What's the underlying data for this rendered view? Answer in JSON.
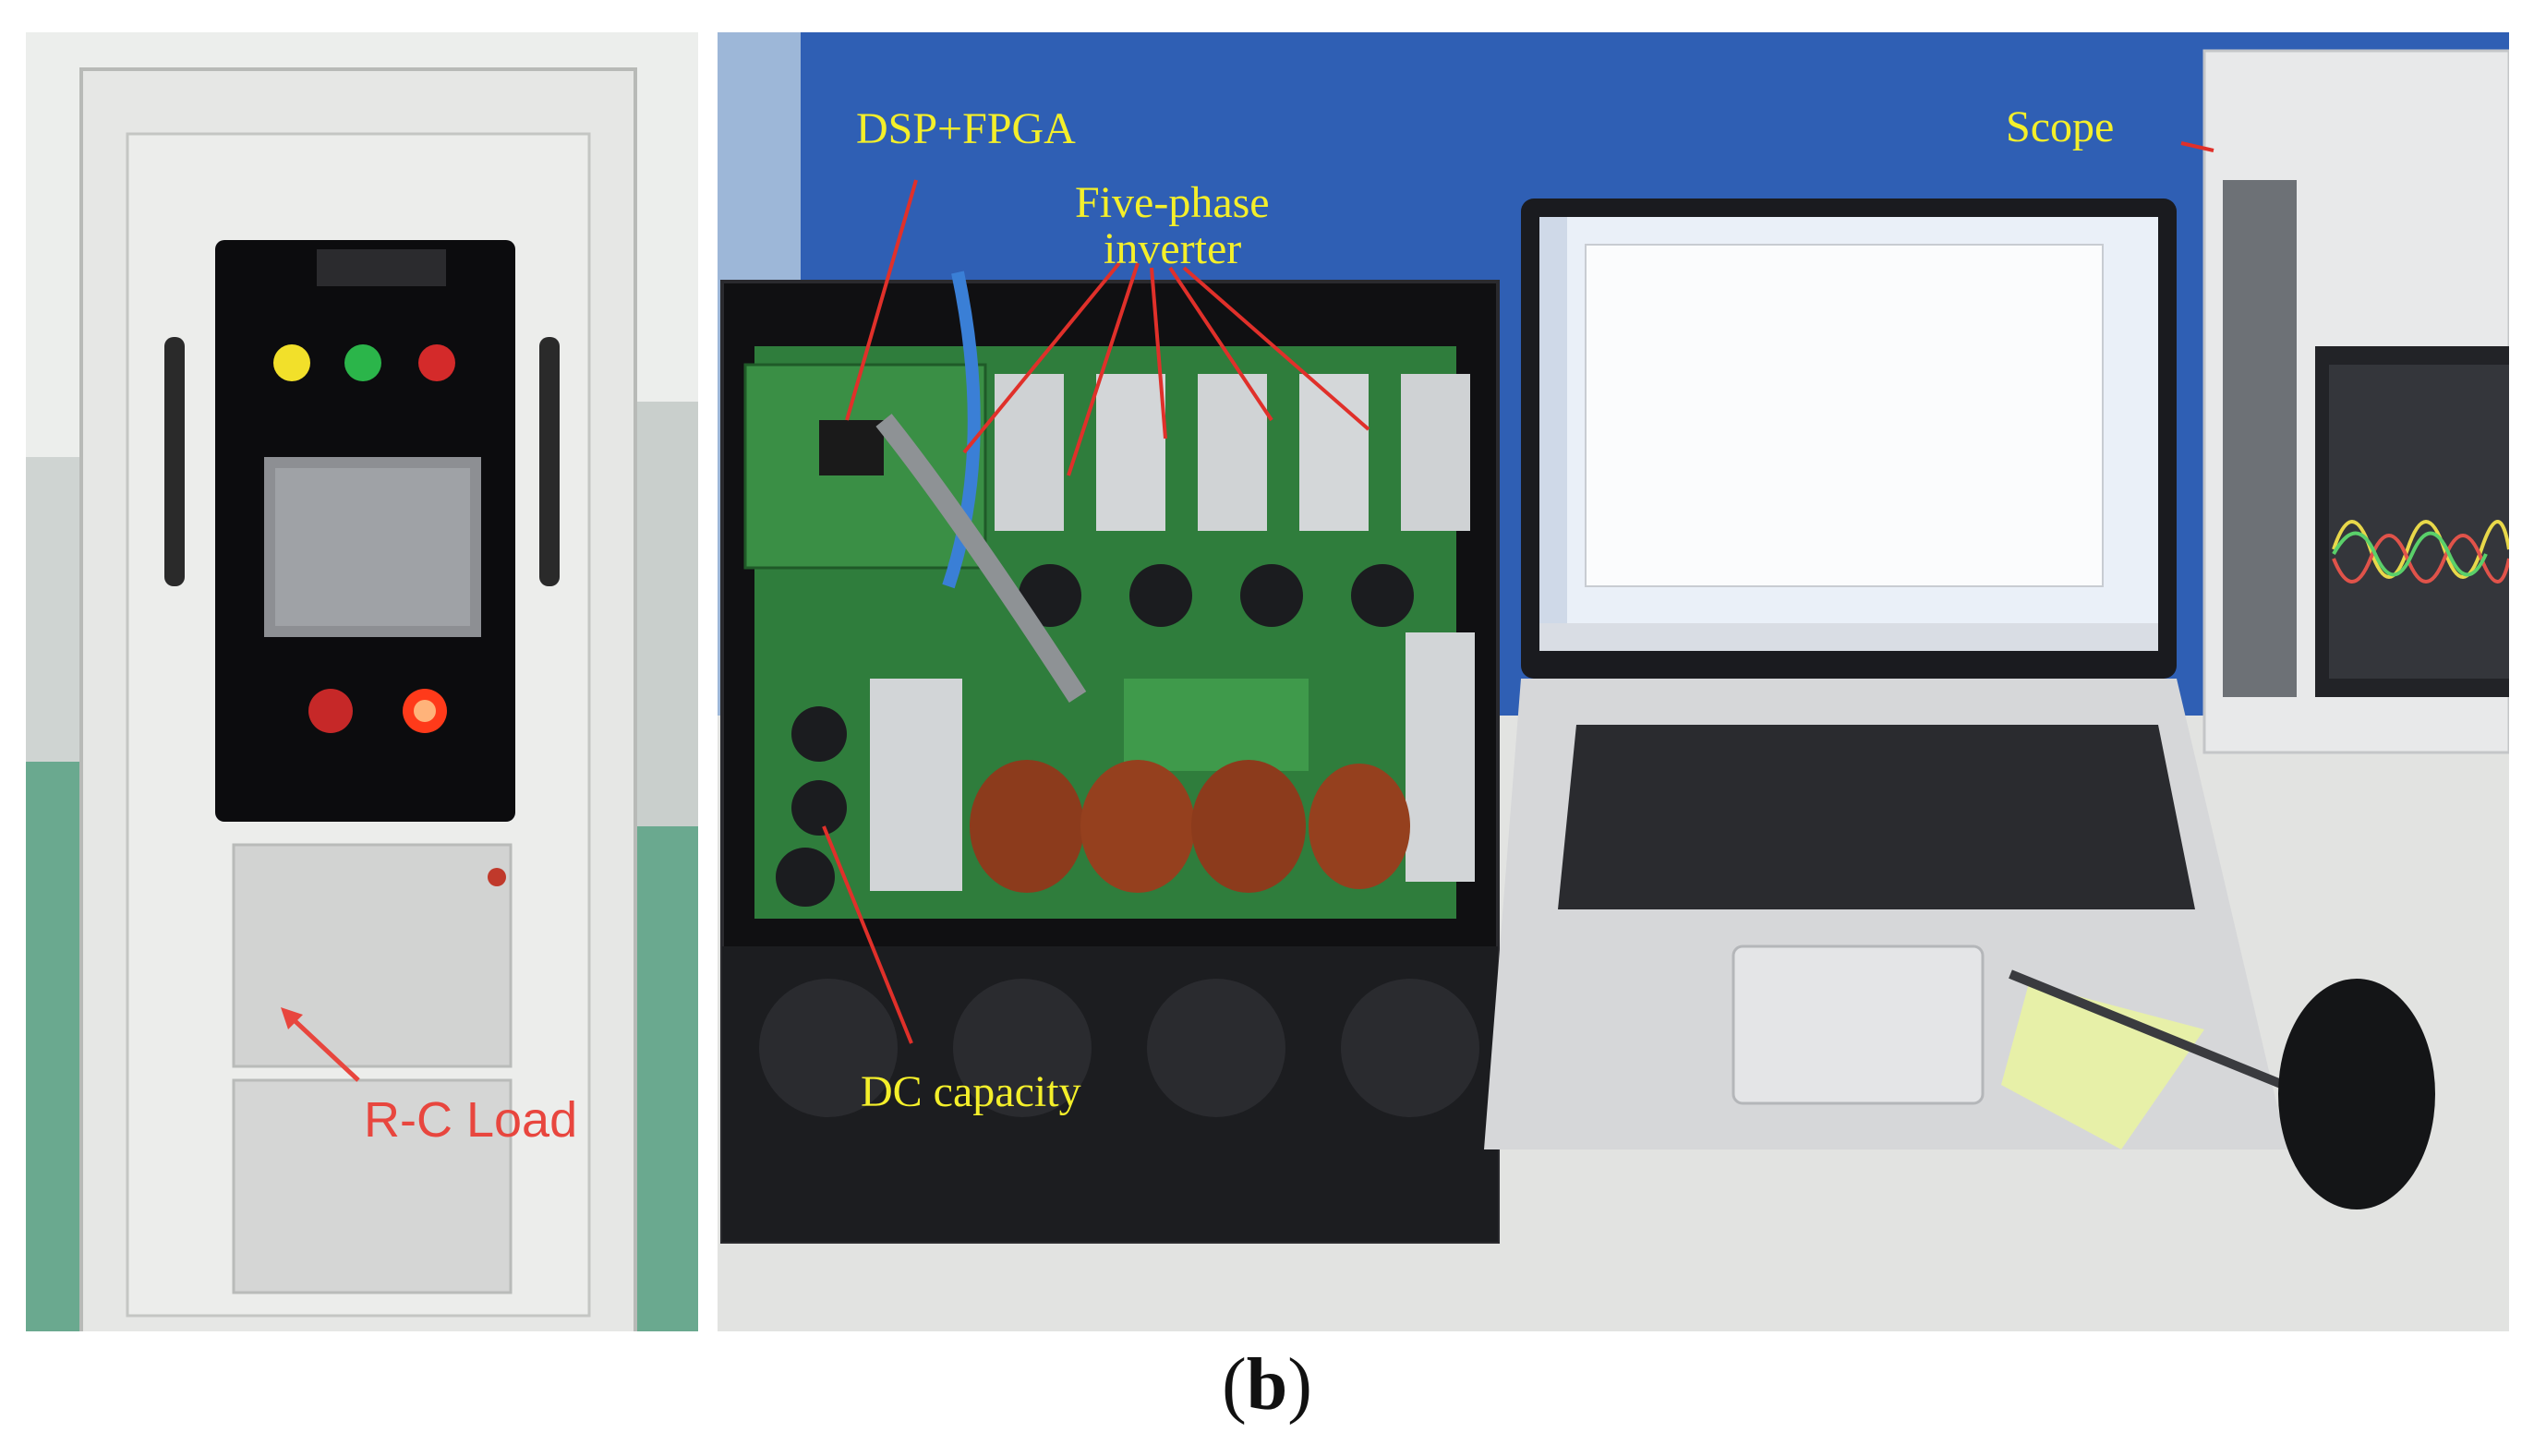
{
  "figure": {
    "left_panel": {
      "annotation": "R-C Load",
      "annotation_color": "#e8463e"
    },
    "right_panel": {
      "annotation_color": "#f4ef2a",
      "annotations": {
        "dsp_fpga": "DSP+FPGA",
        "five_phase_line1": "Five-phase",
        "five_phase_line2": "inverter",
        "scope": "Scope",
        "dc_capacity": "DC capacity"
      }
    },
    "caption": {
      "open": "(",
      "letter": "b",
      "close": ")"
    }
  }
}
